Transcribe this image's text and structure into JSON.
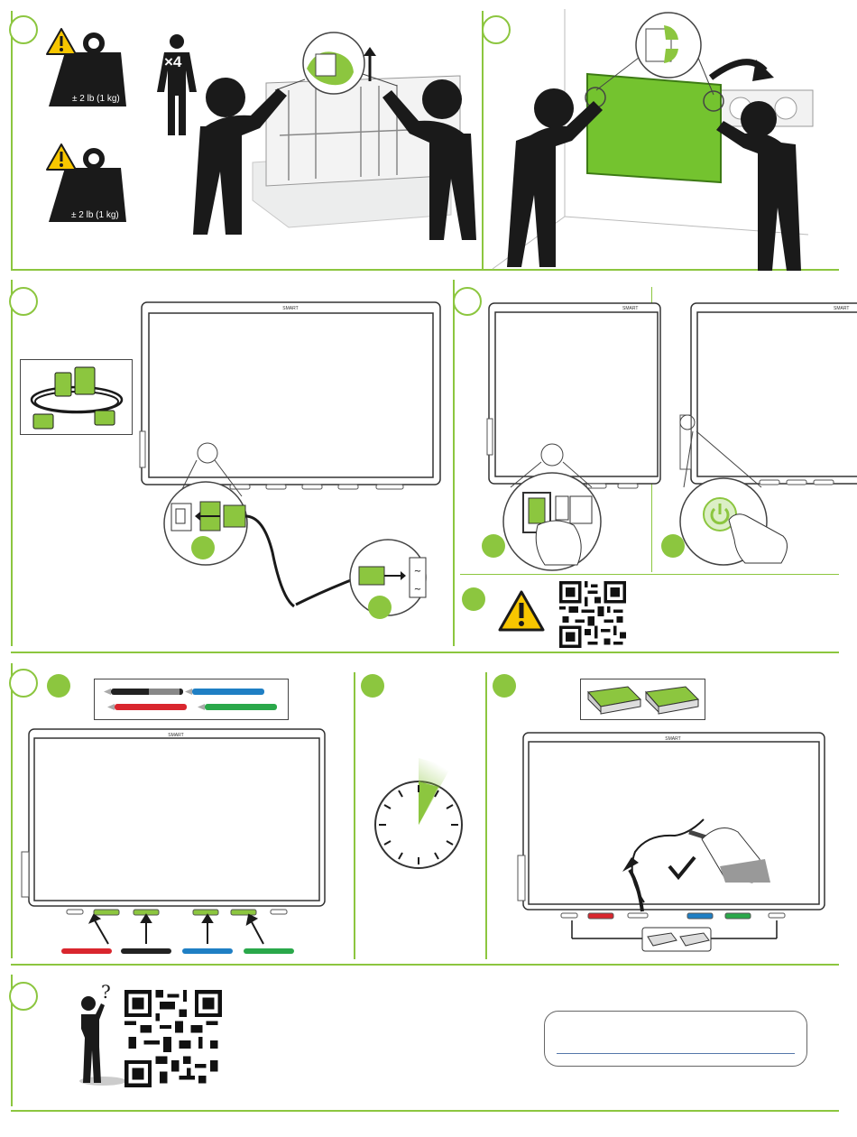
{
  "weights": {
    "weight_1_label": "± 2 lb (1 kg)",
    "weight_2_label": "± 2 lb (1 kg)"
  },
  "people_count": "×4",
  "display_logo": "SMART",
  "colors": {
    "accent": "#8cc63f",
    "dark": "#1a1a1a",
    "warning": "#f7c600",
    "pen_red": "#d9262e",
    "pen_black": "#222222",
    "pen_blue": "#1f7fc4",
    "pen_green": "#2aa84a"
  }
}
